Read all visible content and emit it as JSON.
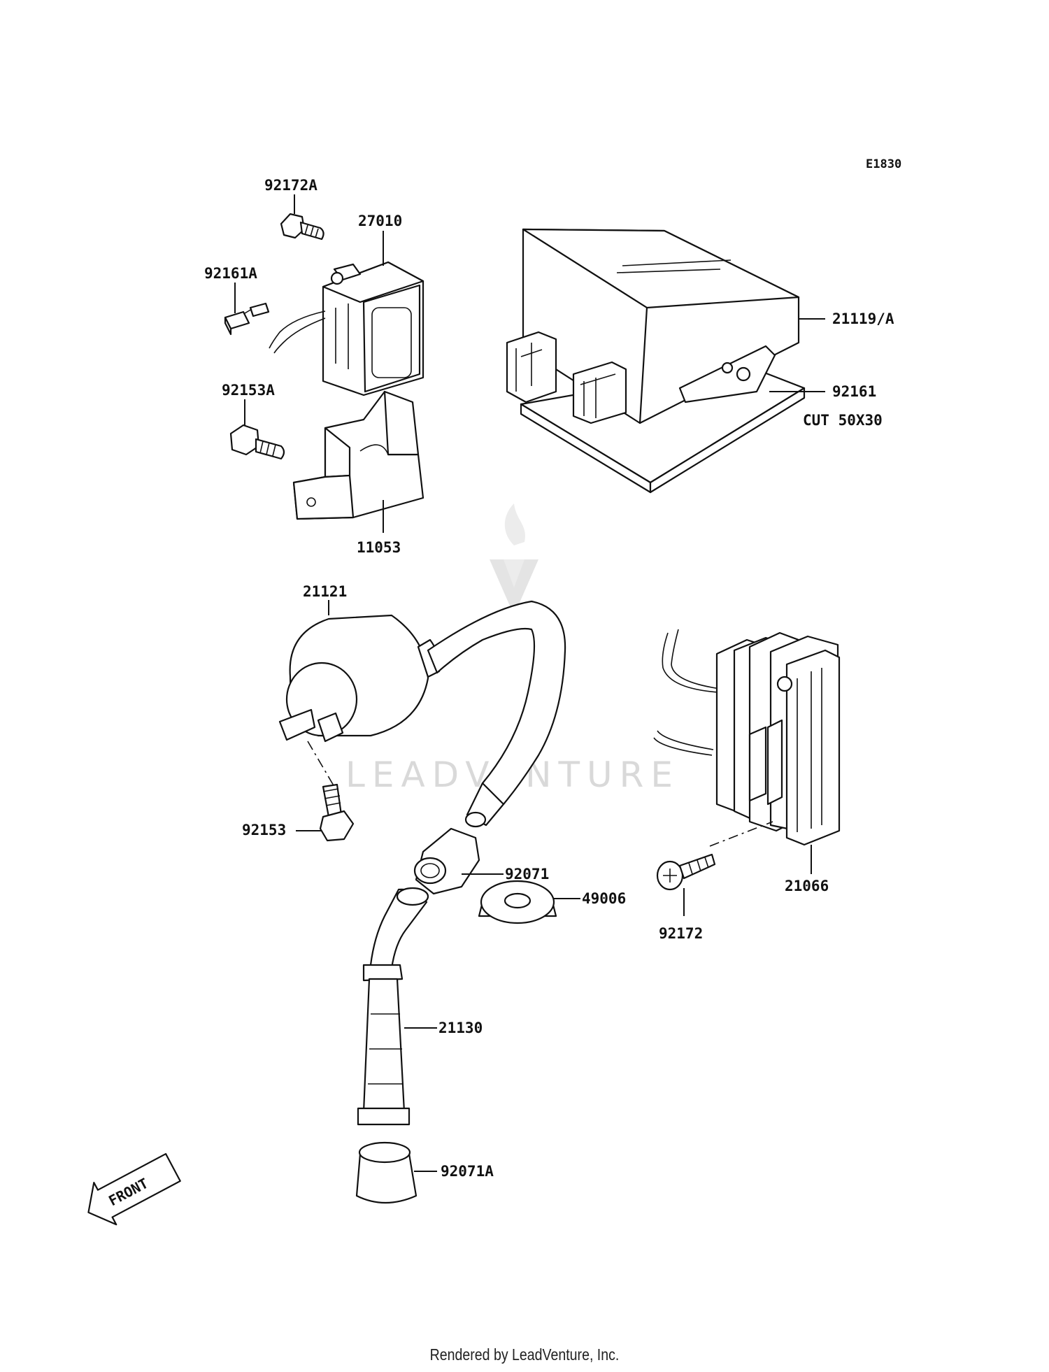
{
  "diagram_ref": "E1830",
  "watermark": "LEADVENTURE",
  "front_label": "FRONT",
  "footer": "Rendered by LeadVenture, Inc.",
  "labels": {
    "p92172A": "92172A",
    "p27010": "27010",
    "p92161A": "92161A",
    "p92153A": "92153A",
    "p11053": "11053",
    "p21119A": "21119/A",
    "p92161": "92161",
    "cut_note": "CUT 50X30",
    "p21121": "21121",
    "p92153": "92153",
    "p92071": "92071",
    "p21130": "21130",
    "p49006": "49006",
    "p92071A": "92071A",
    "p21066": "21066",
    "p92172": "92172"
  }
}
